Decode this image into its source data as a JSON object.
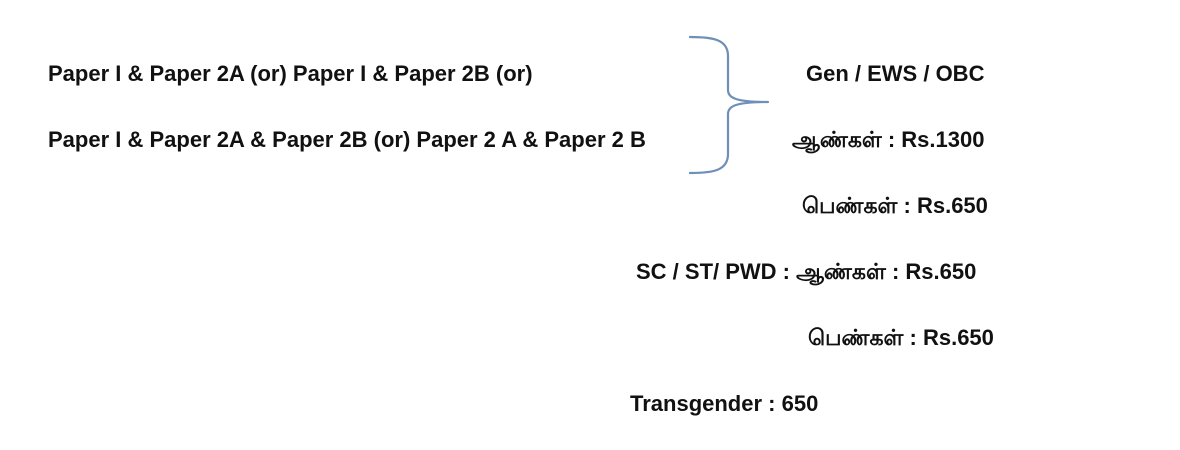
{
  "papers": {
    "line1": "Paper I & Paper 2A (or) Paper I & Paper 2B (or)",
    "line2": "Paper I & Paper 2A & Paper 2B (or) Paper 2 A & Paper 2 B"
  },
  "fees": {
    "gen_heading": "Gen / EWS / OBC",
    "gen_men": "ஆண்கள் : Rs.1300",
    "gen_women": "பெண்கள் : Rs.650",
    "sc_men": "SC / ST/ PWD : ஆண்கள் : Rs.650",
    "sc_women": "பெண்கள் : Rs.650",
    "transgender": "Transgender : 650"
  },
  "colors": {
    "brace": "#6d8fb8",
    "text": "#111111"
  },
  "icons": {
    "brace": "curly-brace-icon"
  }
}
